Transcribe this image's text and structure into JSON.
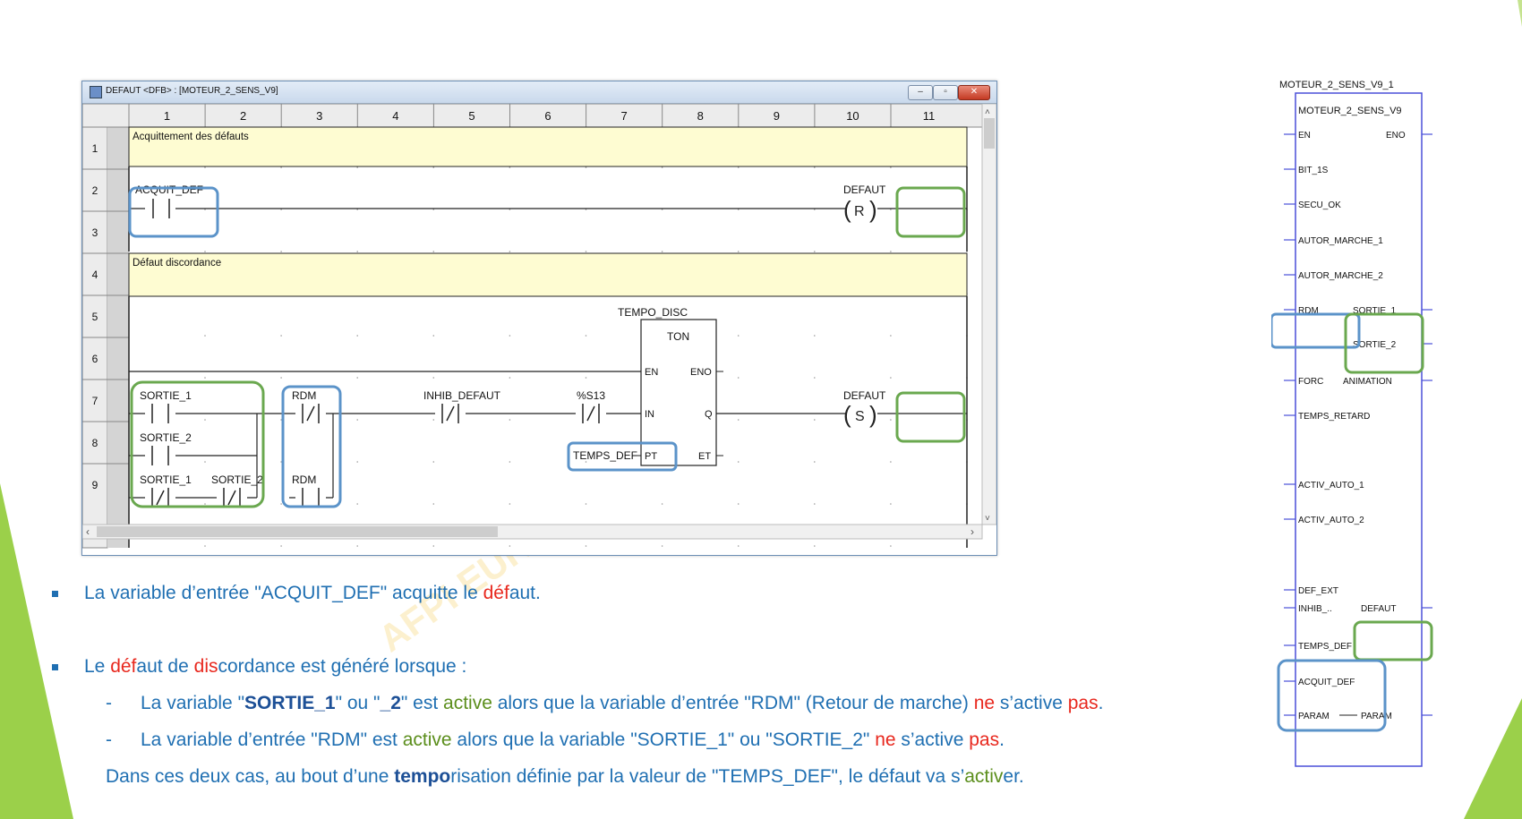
{
  "colors": {
    "accent_blue": "#1f6fb2",
    "highlight_red": "#e8281e",
    "active_green": "#5b8e1c",
    "box_blue": "#5b93c9",
    "box_green": "#6aa84f",
    "comment_bg": "#fefcd2",
    "fb_border": "#4a4fd8"
  },
  "window": {
    "title": "DEFAUT <DFB> : [MOTEUR_2_SENS_V9]",
    "buttons": [
      "minimize",
      "restore",
      "close"
    ],
    "col_headers": [
      "1",
      "2",
      "3",
      "4",
      "5",
      "6",
      "7",
      "8",
      "9",
      "10",
      "11"
    ],
    "row_headers": [
      "1",
      "2",
      "3",
      "4",
      "5",
      "6",
      "7",
      "8",
      "9"
    ],
    "comment_1": "Acquittement des défauts",
    "comment_2": "Défaut discordance",
    "rung2": {
      "contact": "ACQUIT_DEF",
      "coil": "DEFAUT",
      "coil_type": "R"
    },
    "timer": {
      "name": "TEMPO_DISC",
      "type": "TON",
      "en": "EN",
      "eno": "ENO",
      "in": "IN",
      "q": "Q",
      "pt": "PT",
      "et": "ET",
      "pt_var": "TEMPS_DEF"
    },
    "rung7": {
      "c1": "SORTIE_1",
      "c2": "SORTIE_2",
      "c3": "SORTIE_1",
      "c4": "SORTIE_2",
      "r1": "RDM",
      "r2": "RDM",
      "inhib": "INHIB_DEFAUT",
      "s13": "%S13",
      "coil": "DEFAUT",
      "coil_type": "S"
    }
  },
  "watermark": "AFPI EURE-SEINE",
  "notes": {
    "b1": {
      "p1": "La variable d’entrée \"ACQUIT_DEF\" acquitte le ",
      "p2": "déf",
      "p3": "aut."
    },
    "b2": {
      "p1": "Le ",
      "p2": "déf",
      "p3": "aut de ",
      "p4": "dis",
      "p5": "cordance est généré lorsque  :"
    },
    "s1": {
      "dash": "-",
      "p1": "La variable \"",
      "p2": "SORTIE_1",
      "p3": "\" ou \"",
      "p4": "_2",
      "p5": "\" est ",
      "p6": "active",
      "p7": " alors que la variable d’entrée \"RDM\" (Retour de marche) ",
      "p8": "ne",
      "p9": " s’active ",
      "p10": "pas",
      "p11": "."
    },
    "s2": {
      "dash": "-",
      "p1": "La variable d’entrée \"RDM\" est ",
      "p2": "active",
      "p3": " alors que la variable \"SORTIE_1\" ou \"SORTIE_2\" ",
      "p4": "ne",
      "p5": " s’active ",
      "p6": "pas",
      "p7": "."
    },
    "l3": {
      "p1": "Dans ces deux cas, au bout d’une ",
      "p2": "tempo",
      "p3": "risation définie par la valeur de \"TEMPS_DEF\", le défaut va s’",
      "p4": "activ",
      "p5": "er."
    }
  },
  "fb": {
    "instance": "MOTEUR_2_SENS_V9_1",
    "type": "MOTEUR_2_SENS_V9",
    "inputs": [
      "EN",
      "BIT_1S",
      "SECU_OK",
      "AUTOR_MARCHE_1",
      "AUTOR_MARCHE_2",
      "RDM",
      "FORC",
      "TEMPS_RETARD",
      "ACTIV_AUTO_1",
      "ACTIV_AUTO_2",
      "DEF_EXT",
      "INHIB_..",
      "TEMPS_DEF",
      "ACQUIT_DEF",
      "PARAM"
    ],
    "outputs": [
      "ENO",
      "SORTIE_1",
      "SORTIE_2",
      "ANIMATION",
      "DEFAUT",
      "PARAM"
    ]
  }
}
